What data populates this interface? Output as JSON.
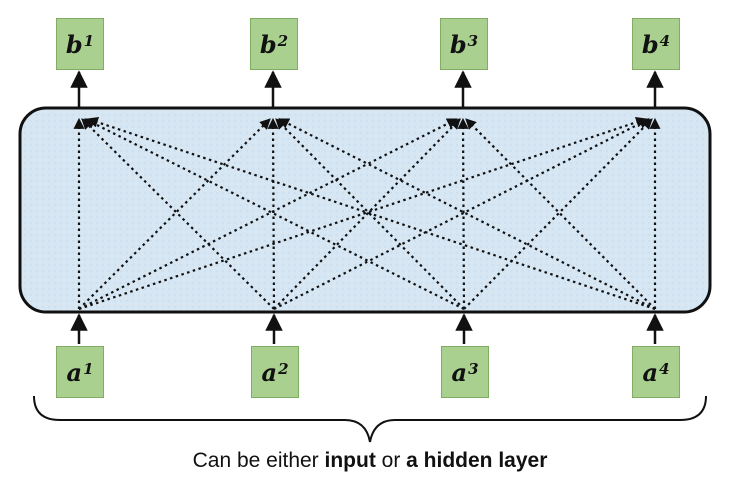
{
  "outputs": [
    {
      "base": "b",
      "sup": "1"
    },
    {
      "base": "b",
      "sup": "2"
    },
    {
      "base": "b",
      "sup": "3"
    },
    {
      "base": "b",
      "sup": "4"
    }
  ],
  "inputs": [
    {
      "base": "a",
      "sup": "1"
    },
    {
      "base": "a",
      "sup": "2"
    },
    {
      "base": "a",
      "sup": "3"
    },
    {
      "base": "a",
      "sup": "4"
    }
  ],
  "caption": {
    "part1": "Can be either ",
    "bold1": "input",
    "part2": " or ",
    "bold2": "a hidden layer"
  },
  "colors": {
    "node_fill": "#a9d08e",
    "layer_fill": "#d6e6f3",
    "stroke": "#111111"
  }
}
